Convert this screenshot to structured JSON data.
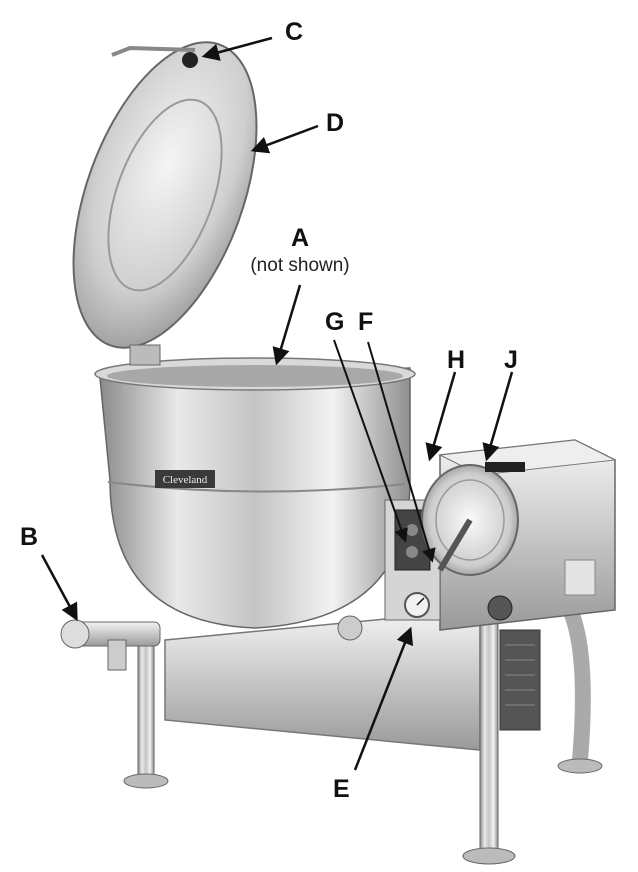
{
  "labels": {
    "A": "A",
    "A_note": "(not shown)",
    "B": "B",
    "C": "C",
    "D": "D",
    "E": "E",
    "F": "F",
    "G": "G",
    "H": "H",
    "J": "J"
  },
  "brand_plate": "Cleveland",
  "colors": {
    "steel_light": "#e6e6e6",
    "steel_mid": "#bdbdbd",
    "steel_dark": "#7d7d7d",
    "ink": "#111111"
  }
}
